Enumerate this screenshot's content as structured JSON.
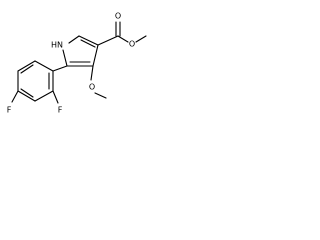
{
  "molecule": {
    "atoms": {
      "NH": "HN",
      "O_ester_double": "O",
      "O_ester_single": "O",
      "O_methoxy": "O",
      "F_ortho": "F",
      "F_para": "F"
    }
  },
  "colors": {
    "bond": "#000000",
    "label": "#000000",
    "background": "#ffffff"
  }
}
